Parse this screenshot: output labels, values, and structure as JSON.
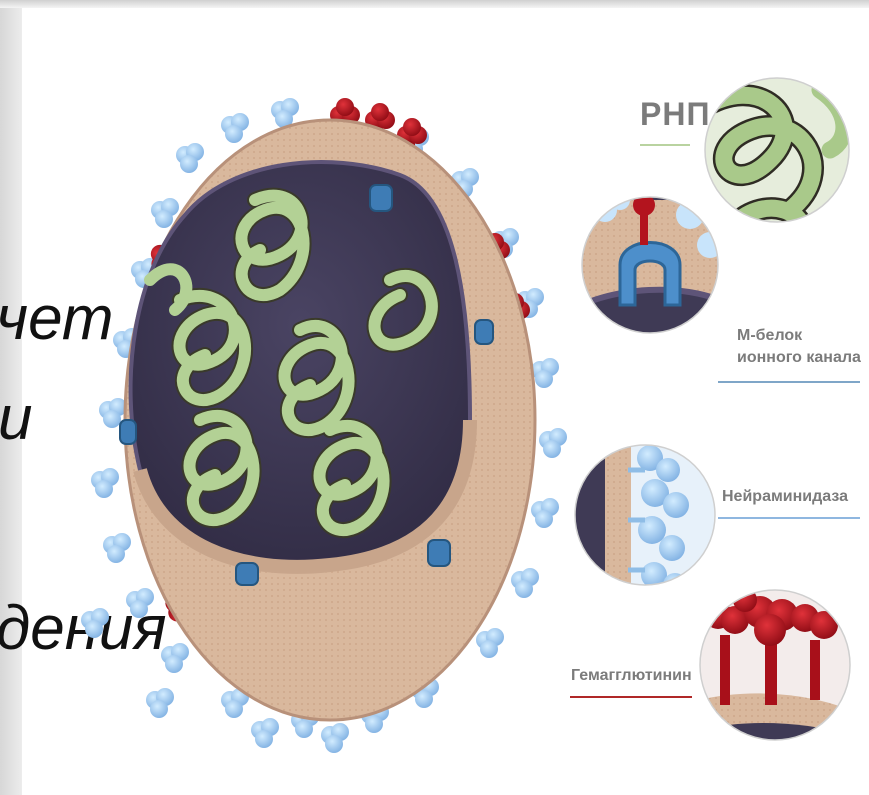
{
  "background_text": {
    "line1": "чет",
    "line2": "и",
    "line3": "дения"
  },
  "labels": {
    "rnp": "РНП",
    "m_protein_line1": "М-белок",
    "m_protein_line2": "ионного канала",
    "neuraminidase": "Нейраминидаза",
    "hemagglutinin": "Гемагглютинин"
  },
  "colors": {
    "rnp_rule": "#b9d3a0",
    "m_rule": "#7fa6c8",
    "na_rule": "#8fb7e0",
    "ha_rule": "#b02828",
    "envelope": "#d8b59a",
    "interior": "#3f3a55",
    "rnp": "#aecb8c",
    "neuraminidase": "#8fbde6",
    "hemagglutinin": "#b3141e"
  }
}
